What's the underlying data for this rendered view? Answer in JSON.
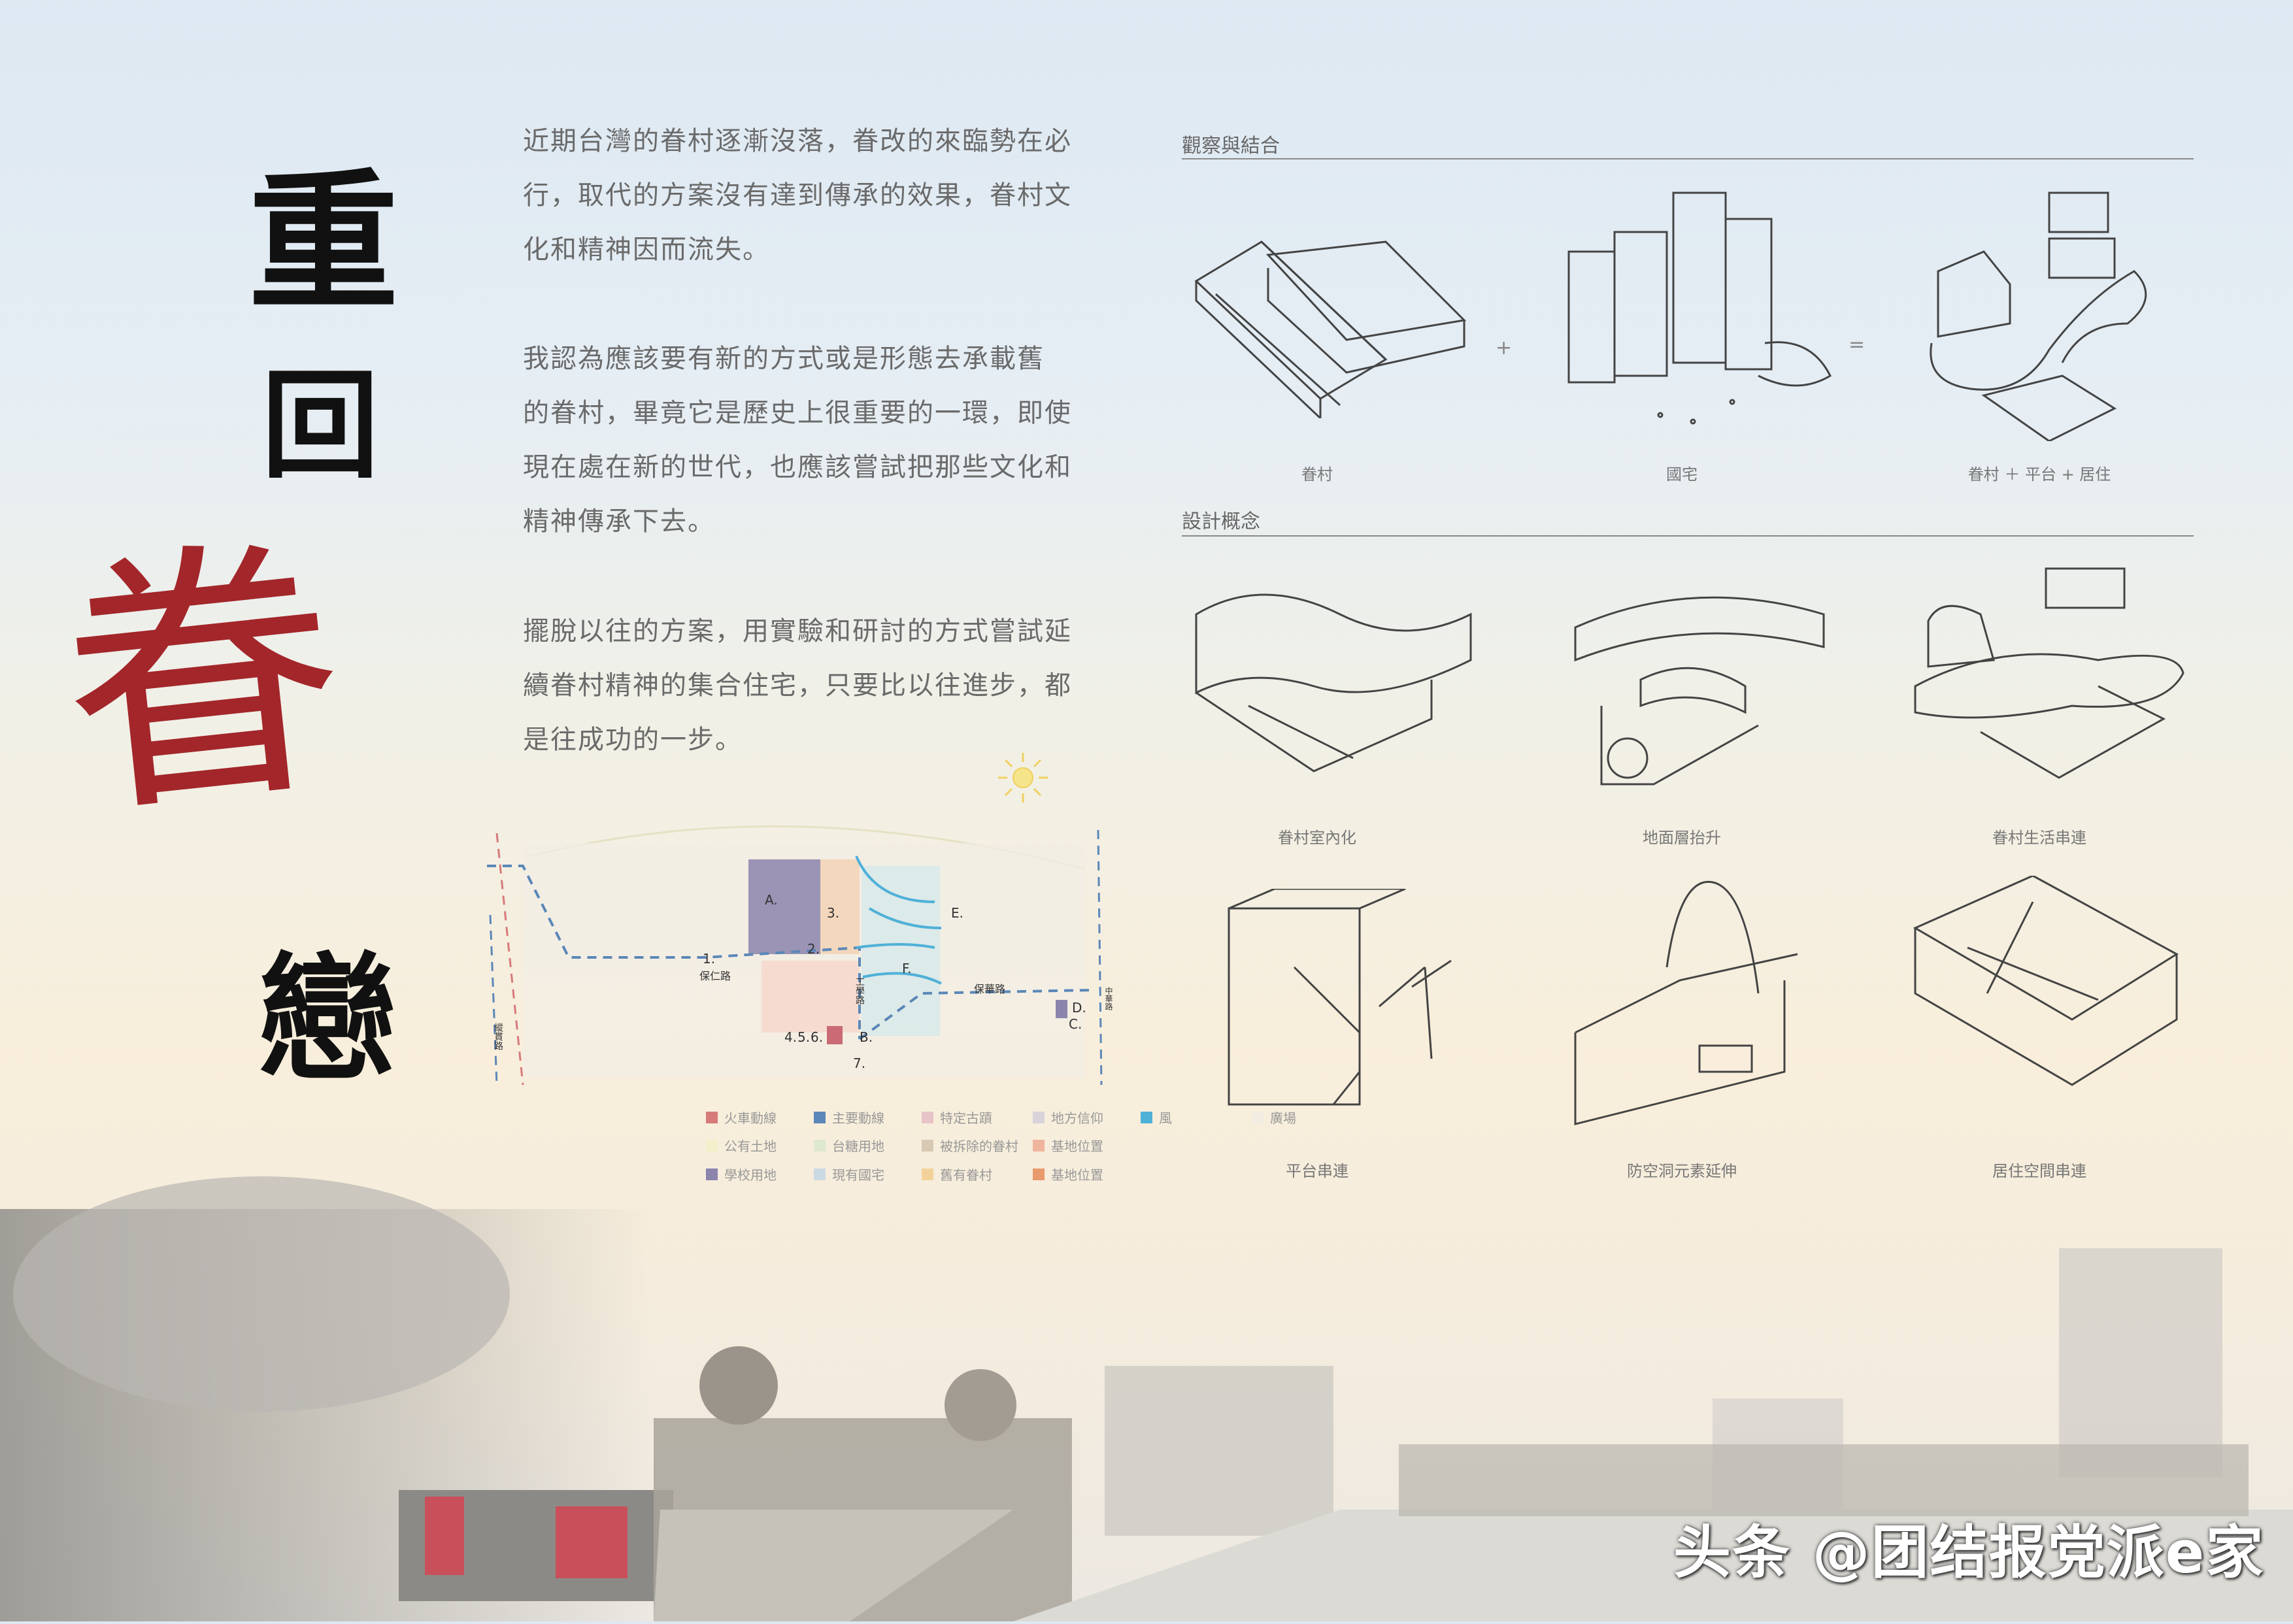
{
  "title": {
    "chars": [
      "重",
      "回",
      "眷",
      "戀"
    ],
    "accent_color": "#a3262a"
  },
  "intro": {
    "paragraphs": [
      [
        "近期台灣的眷村逐漸沒落，眷改的來臨勢在必",
        "行，取代的方案沒有達到傳承的效果，眷村文",
        "化和精神因而流失。"
      ],
      [
        "我認為應該要有新的方式或是形態去承載舊",
        "的眷村，畢竟它是歷史上很重要的一環，即使",
        "現在處在新的世代，也應該嘗試把那些文化和",
        "精神傳承下去。"
      ],
      [
        "擺脫以往的方案，用實驗和研討的方式嘗試延",
        "續眷村精神的集合住宅，只要比以往進步，都",
        "是往成功的一步。"
      ]
    ]
  },
  "observation": {
    "heading": "觀察與結合",
    "items": [
      {
        "caption": "眷村"
      },
      {
        "operator": "+"
      },
      {
        "caption": "國宅"
      },
      {
        "operator": "="
      },
      {
        "caption": "眷村 ＋ 平台 + 居住"
      }
    ]
  },
  "concept": {
    "heading": "設計概念",
    "items": [
      "眷村室內化",
      "地面層抬升",
      "眷村生活串連",
      "平台串連",
      "防空洞元素延伸",
      "居住空間串連"
    ]
  },
  "map": {
    "roads": [
      "保仁路",
      "保華路",
      "工學路",
      "縱貫路",
      "中華路"
    ],
    "markers": [
      "A.",
      "B.",
      "C.",
      "D.",
      "E.",
      "F.",
      "1.",
      "2.",
      "3.",
      "4.",
      "5.",
      "6.",
      "7."
    ],
    "legend": [
      {
        "label": "火車動線",
        "color": "#d77a7a"
      },
      {
        "label": "主要動線",
        "color": "#5b87b8"
      },
      {
        "label": "特定古蹟",
        "color": "#e8c4c8"
      },
      {
        "label": "地方信仰",
        "color": "#d8d2da"
      },
      {
        "label": "風",
        "color": "#4fb0d8"
      },
      {
        "label": "廣場",
        "color": "#f3ece2"
      },
      {
        "label": "公有土地",
        "color": "#f3efcc"
      },
      {
        "label": "台糖用地",
        "color": "#dde8cf"
      },
      {
        "label": "被拆除的眷村",
        "color": "#d7c9b4"
      },
      {
        "label": "基地位置",
        "color": "#efb59c"
      },
      {
        "label": "學校用地",
        "color": "#8b84ad"
      },
      {
        "label": "現有國宅",
        "color": "#cbd9e3"
      },
      {
        "label": "舊有眷村",
        "color": "#f3d29a"
      },
      {
        "label": "基地位置",
        "color": "#e89a6c"
      }
    ]
  },
  "watermark": "头条 @团结报党派e家"
}
